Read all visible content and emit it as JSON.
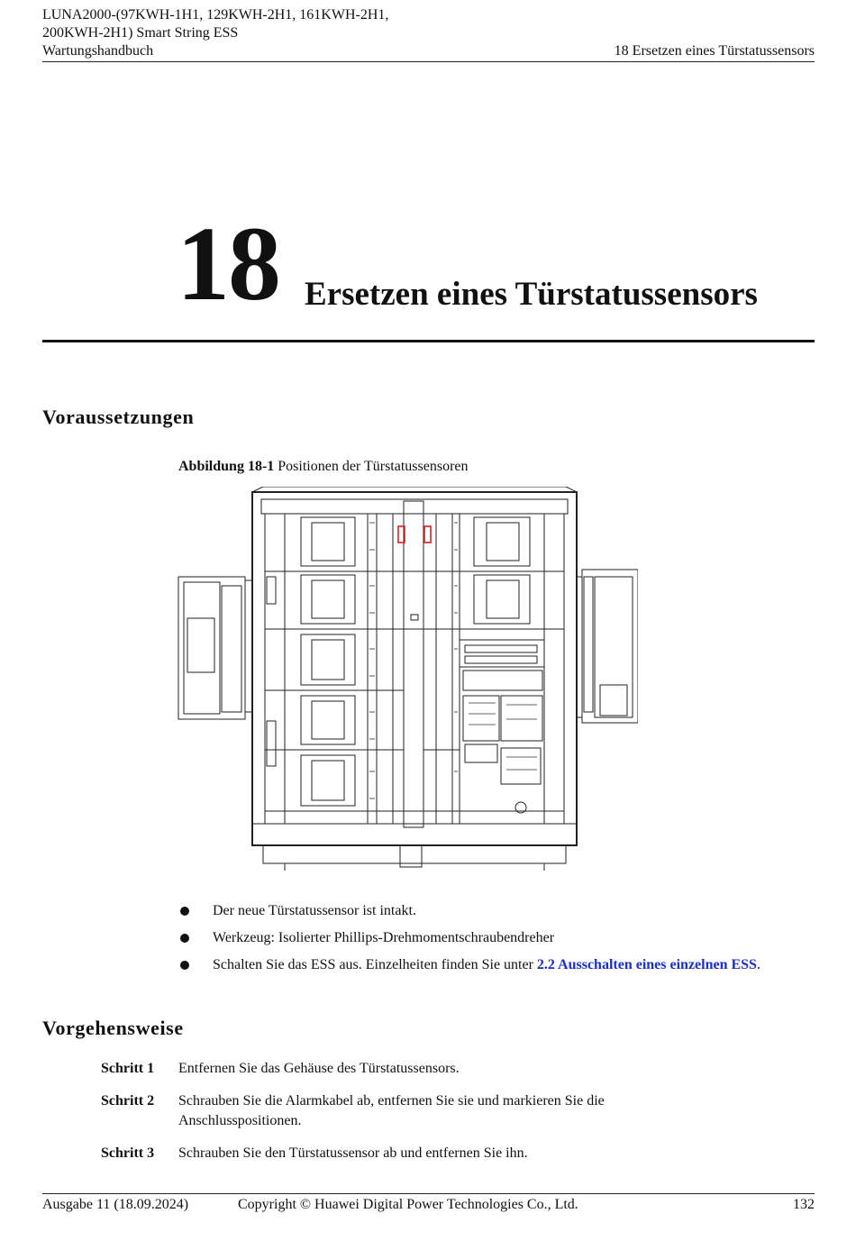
{
  "header": {
    "product_line1": "LUNA2000-(97KWH-1H1, 129KWH-2H1, 161KWH-2H1,",
    "product_line2": "200KWH-2H1) Smart String ESS",
    "manual": "Wartungshandbuch",
    "section": "18 Ersetzen eines Türstatussensors"
  },
  "chapter": {
    "number": "18",
    "title": "Ersetzen eines Türstatussensors"
  },
  "prerequisites": {
    "heading": "Voraussetzungen",
    "figure": {
      "label": "Abbildung 18-1",
      "caption": "Positionen der Türstatussensoren"
    },
    "bullets": [
      {
        "text": "Der neue Türstatussensor ist intakt."
      },
      {
        "text": "Werkzeug: Isolierter Phillips-Drehmomentschraubendreher"
      },
      {
        "text": "Schalten Sie das ESS aus. Einzelheiten finden Sie unter ",
        "link": "2.2 Ausschalten eines einzelnen ESS",
        "after": "."
      }
    ]
  },
  "procedure": {
    "heading": "Vorgehensweise",
    "steps": [
      {
        "label": "Schritt 1",
        "text": "Entfernen Sie das Gehäuse des Türstatussensors."
      },
      {
        "label": "Schritt 2",
        "text": "Schrauben Sie die Alarmkabel ab, entfernen Sie sie und markieren Sie die Anschlusspositionen."
      },
      {
        "label": "Schritt 3",
        "text": "Schrauben Sie den Türstatussensor ab und entfernen Sie ihn."
      }
    ]
  },
  "footer": {
    "issue": "Ausgabe 11 (18.09.2024)",
    "copyright": "Copyright © Huawei Digital Power Technologies Co., Ltd.",
    "page": "132"
  },
  "colors": {
    "link": "#1a2fd0",
    "sensor_highlight": "#e02020"
  }
}
